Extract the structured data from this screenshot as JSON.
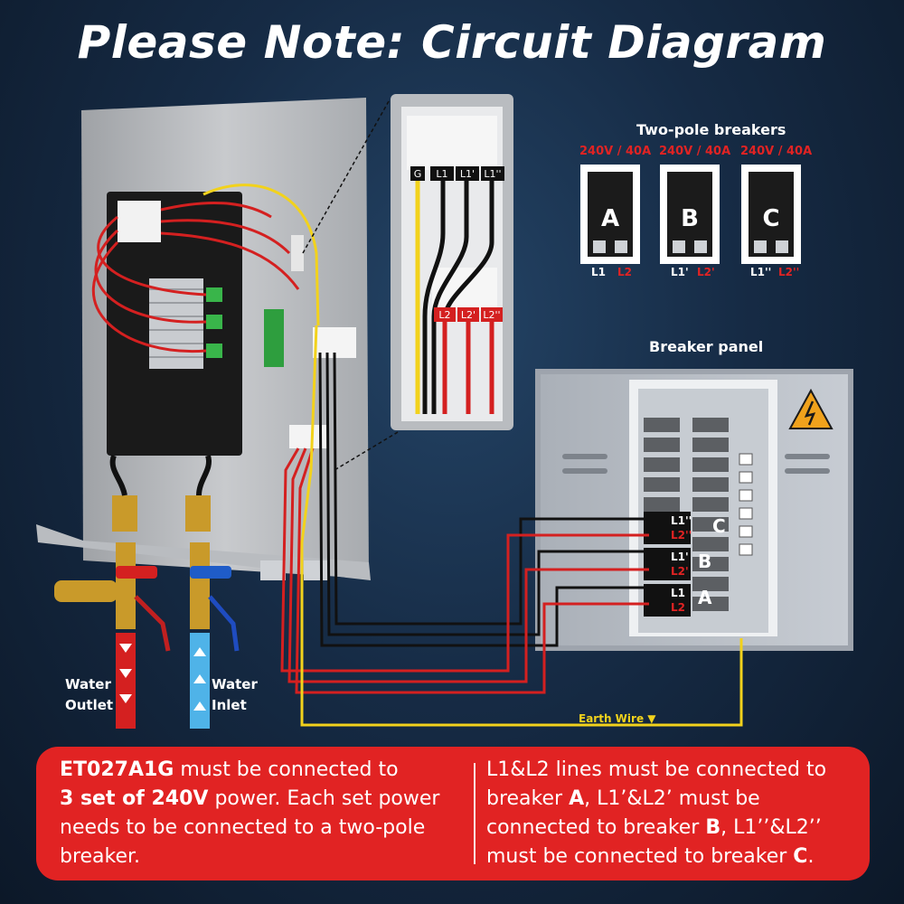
{
  "title": "Please Note: Circuit Diagram",
  "heater": {
    "terminal_labels_top": [
      "G",
      "L1",
      "L1'",
      "L1''"
    ],
    "terminal_labels_bottom": [
      "L2",
      "L2'",
      "L2''"
    ]
  },
  "two_pole": {
    "heading": "Two-pole breakers",
    "breakers": [
      {
        "rating": "240V / 40A",
        "letter": "A",
        "l1": "L1",
        "l2": "L2"
      },
      {
        "rating": "240V / 40A",
        "letter": "B",
        "l1": "L1'",
        "l2": "L2'"
      },
      {
        "rating": "240V / 40A",
        "letter": "C",
        "l1": "L1''",
        "l2": "L2''"
      }
    ]
  },
  "panel": {
    "heading": "Breaker panel",
    "rows": [
      {
        "l1": "L1''",
        "l2": "L2''",
        "letter": "C"
      },
      {
        "l1": "L1'",
        "l2": "L2'",
        "letter": "B"
      },
      {
        "l1": "L1",
        "l2": "L2",
        "letter": "A"
      }
    ]
  },
  "earth_wire_label": "Earth Wire ▼",
  "water_outlet": "Water Outlet",
  "water_inlet": "Water Inlet",
  "note": {
    "left_bold1": "ET027A1G",
    "left_text1": " must be connected to",
    "left_bold2": "3 set of 240V",
    "left_text2": " power. Each set power needs to be connected to a two-pole breaker.",
    "right_text1": "L1&L2 lines must be connected to breaker ",
    "right_bold1": "A",
    "right_text2": ", L1’&L2’ must be connected to breaker ",
    "right_bold2": "B",
    "right_text3": ", L1’’&L2’’ must be connected to breaker ",
    "right_bold3": "C",
    "right_text4": "."
  },
  "colors": {
    "accent_red": "#e12323",
    "wire_red": "#d42020",
    "wire_black": "#111111",
    "earth_yellow": "#f2d21c",
    "background": "#162b45"
  }
}
